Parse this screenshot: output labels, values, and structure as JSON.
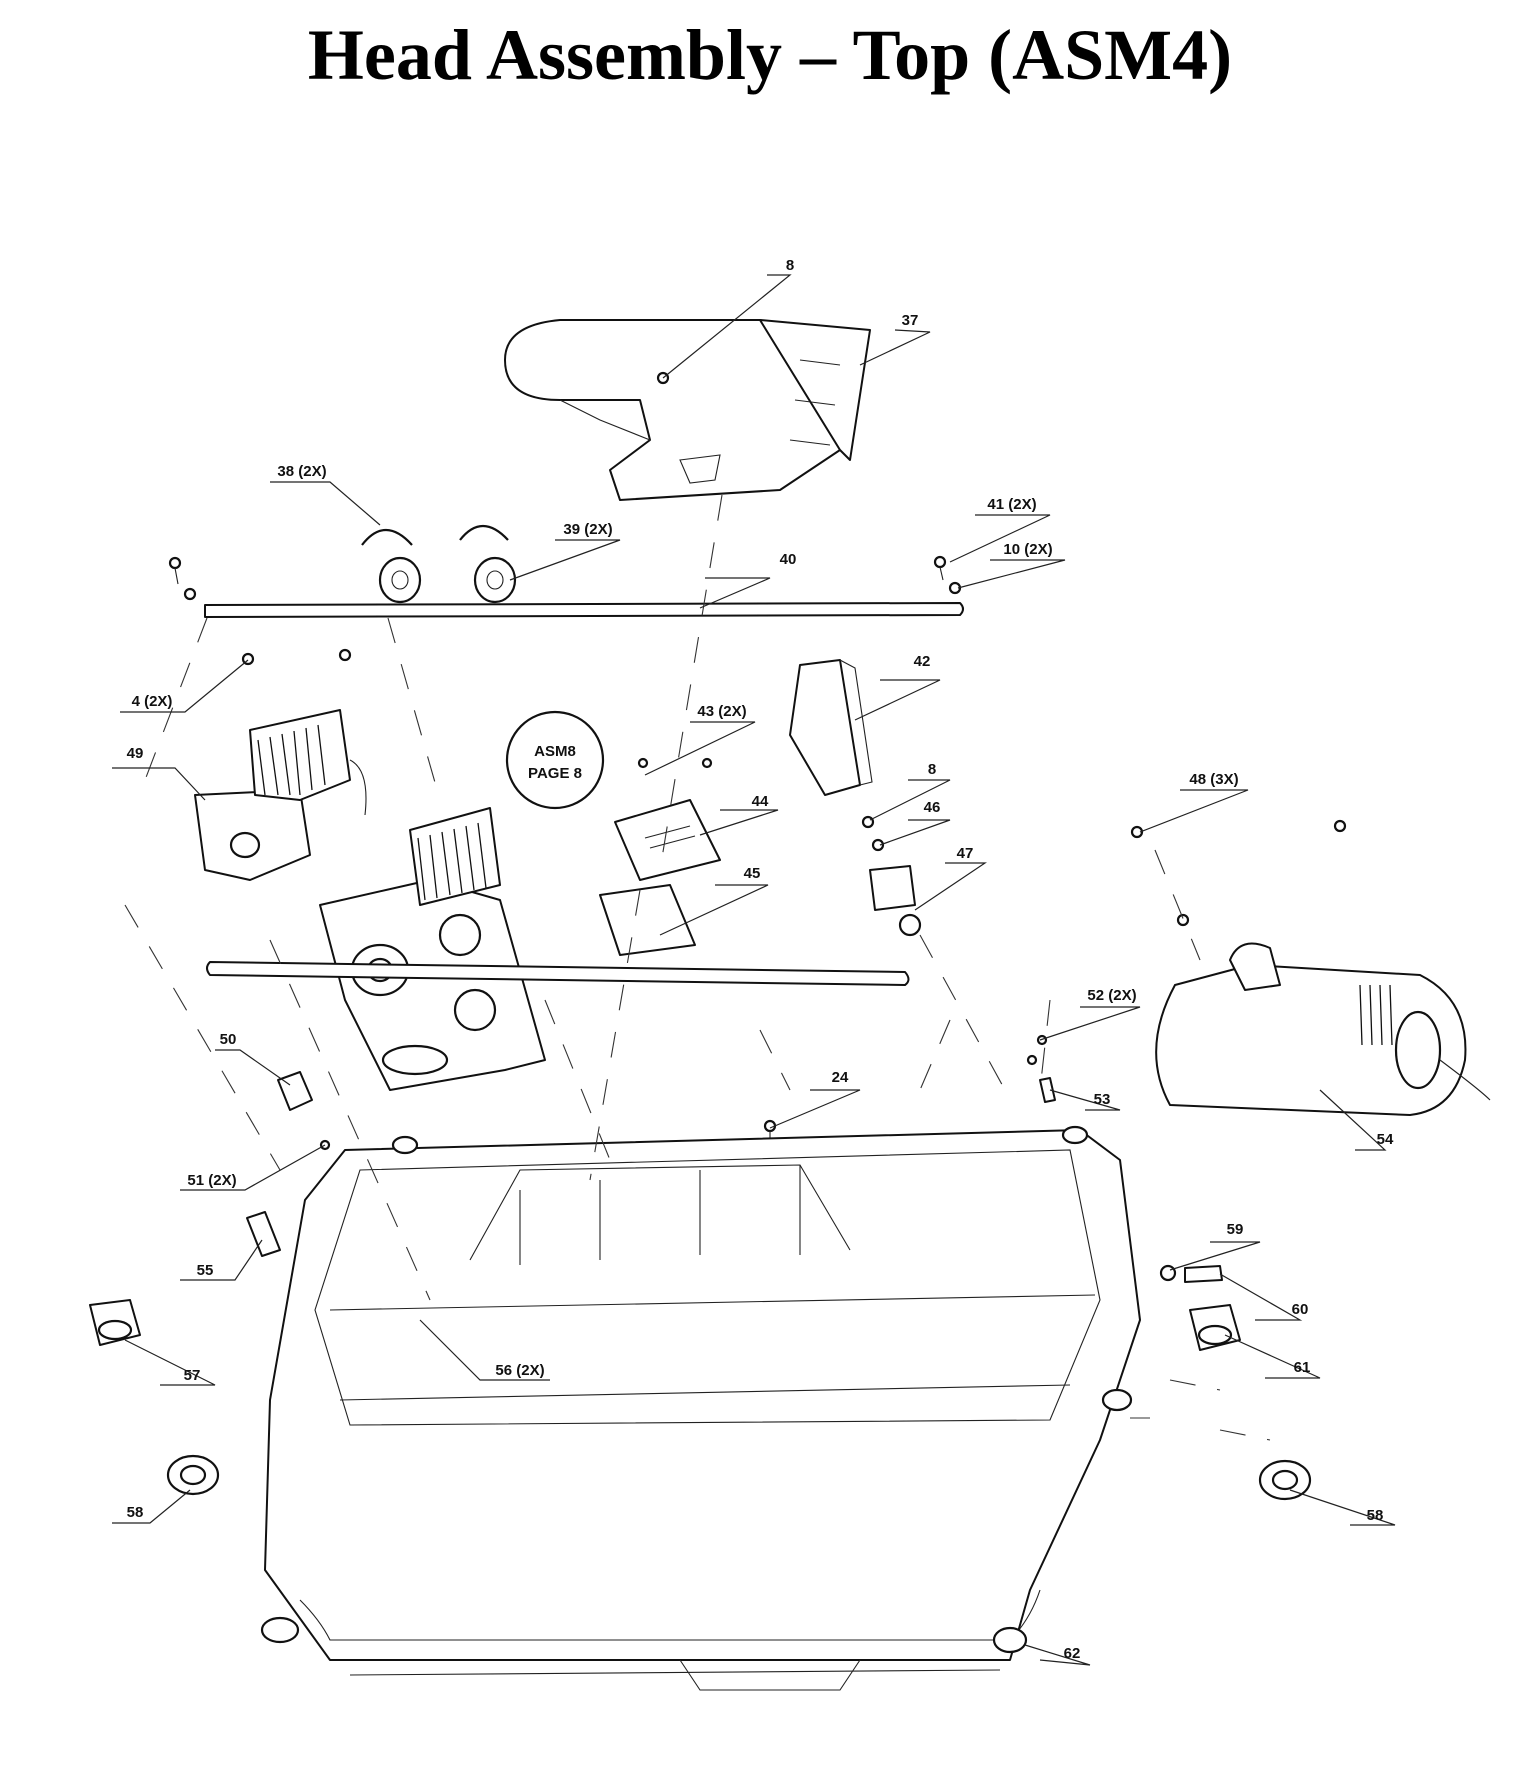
{
  "title": "Head Assembly – Top (ASM4)",
  "reference_note": {
    "line1": "ASM8",
    "line2": "PAGE 8"
  },
  "callouts": [
    {
      "id": "c8a",
      "text": "8"
    },
    {
      "id": "c37",
      "text": "37"
    },
    {
      "id": "c38",
      "text": "38 (2X)"
    },
    {
      "id": "c39",
      "text": "39 (2X)"
    },
    {
      "id": "c41",
      "text": "41 (2X)"
    },
    {
      "id": "c10",
      "text": "10 (2X)"
    },
    {
      "id": "c40",
      "text": "40"
    },
    {
      "id": "c4",
      "text": "4 (2X)"
    },
    {
      "id": "c42",
      "text": "42"
    },
    {
      "id": "c43",
      "text": "43 (2X)"
    },
    {
      "id": "c49",
      "text": "49"
    },
    {
      "id": "c8b",
      "text": "8"
    },
    {
      "id": "c44",
      "text": "44"
    },
    {
      "id": "c46",
      "text": "46"
    },
    {
      "id": "c48",
      "text": "48 (3X)"
    },
    {
      "id": "c45",
      "text": "45"
    },
    {
      "id": "c47",
      "text": "47"
    },
    {
      "id": "c52",
      "text": "52 (2X)"
    },
    {
      "id": "c50",
      "text": "50"
    },
    {
      "id": "c24",
      "text": "24"
    },
    {
      "id": "c53",
      "text": "53"
    },
    {
      "id": "c54",
      "text": "54"
    },
    {
      "id": "c51",
      "text": "51 (2X)"
    },
    {
      "id": "c59",
      "text": "59"
    },
    {
      "id": "c55",
      "text": "55"
    },
    {
      "id": "c60",
      "text": "60"
    },
    {
      "id": "c57",
      "text": "57"
    },
    {
      "id": "c56",
      "text": "56 (2X)"
    },
    {
      "id": "c61",
      "text": "61"
    },
    {
      "id": "c58a",
      "text": "58"
    },
    {
      "id": "c58b",
      "text": "58"
    },
    {
      "id": "c62",
      "text": "62"
    }
  ]
}
